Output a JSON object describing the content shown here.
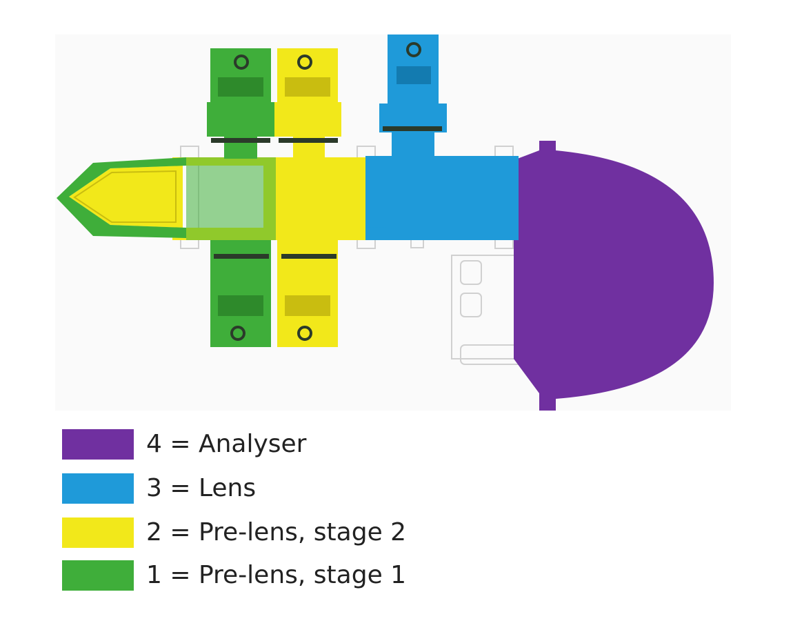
{
  "colors": {
    "analyser": "#7030a0",
    "lens": "#1f9ad9",
    "prelens2": "#f2e81a",
    "prelens1": "#3fae3a",
    "outline": "#d8d8d8",
    "dark": "#2b3a2a"
  },
  "legend": [
    {
      "label": "4 = Analyser",
      "color": "#7030a0"
    },
    {
      "label": "3 = Lens",
      "color": "#1f9ad9"
    },
    {
      "label": "2 = Pre-lens, stage 2",
      "color": "#f2e81a"
    },
    {
      "label": "1 = Pre-lens, stage 1",
      "color": "#3fae3a"
    }
  ]
}
